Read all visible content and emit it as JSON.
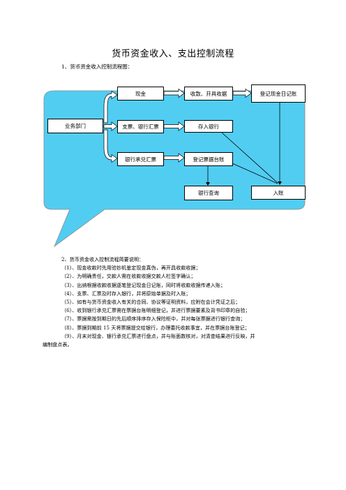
{
  "title": "货币资金收入、支出控制流程",
  "section1_heading": "1、货币资金收入控制流程图：",
  "flowchart": {
    "nodes": {
      "business_dept": "业务部门",
      "cash": "现金",
      "collect_receipt": "收款、开具收据",
      "cash_journal": "登记现金日记账",
      "check_bank_draft": "支票、银行汇票",
      "deposit_bank": "存入银行",
      "bank_acceptance": "银行承兑汇票",
      "note_register": "登记票据台账",
      "bank_query": "银行查询",
      "post_account": "入账"
    },
    "colors": {
      "callout_fill": "#51CDF2",
      "box_border": "#000000",
      "arrow_fill": "#ffffff"
    }
  },
  "section2": {
    "heading": "2、货币资金收入控制流程简要说明：",
    "items": [
      "（1）、现金收款时先用验钞机鉴定现金真伪，再开具收款收据；",
      "（2）、为明确责任，交款人需在收款收据交款人栏签字确认；",
      "（3）、出纳根据收款收据逐笔登记现金日记账，同时将收款收据传递入账；",
      "（4）、支票、汇票及时存入银行，并将原始单据及时入账；",
      "（5）、如有与货币资金收入有关的合同、协议等证明资料，应附在会计凭证之后；",
      "（6）、收到银行承兑汇票需在票据台账明细登记，并进行票据要素及背书印章的自验；",
      "（7）、票据需按到期日的先后顺序排序存入保险柜中，并对每张票据进行银行查询；",
      "（8）、票据到期前 15 天将票据提交给银行，办理委托收款事宜，并在票据台账登记；",
      "（9）、月末对现金、银行承兑汇票进行盘点，并与账面数核对，对清查结果进行反映，并"
    ],
    "item9_continuation": "编制盘点表。"
  }
}
